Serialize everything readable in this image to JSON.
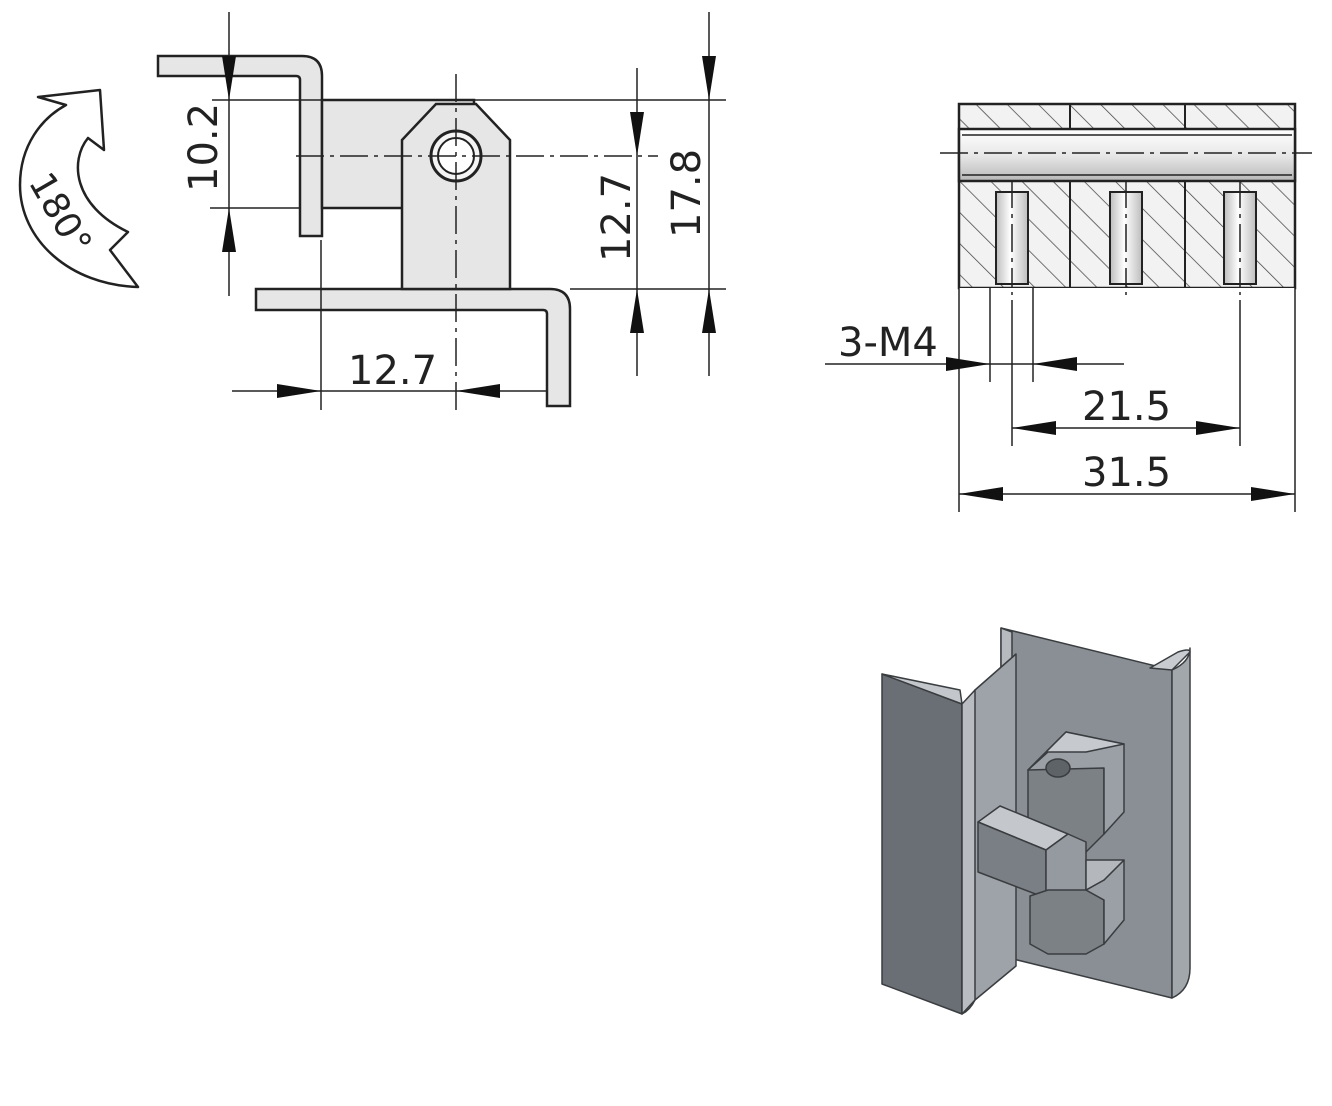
{
  "labels": {
    "rotation": "180°",
    "dim_flange_height": "10.2",
    "dim_knuckle_center": "12.7",
    "dim_total_height": "17.8",
    "dim_offset": "12.7",
    "dim_thread": "3-M4",
    "dim_hole_spacing": "21.5",
    "dim_total_length": "31.5"
  },
  "colors": {
    "line": "#222222",
    "part_fill": "#e6e6e6",
    "metal_light": "#a9adb2",
    "metal_mid": "#8a8f95",
    "metal_dark": "#6a6f75",
    "rotation_arrow_fill": "#ffffff"
  }
}
